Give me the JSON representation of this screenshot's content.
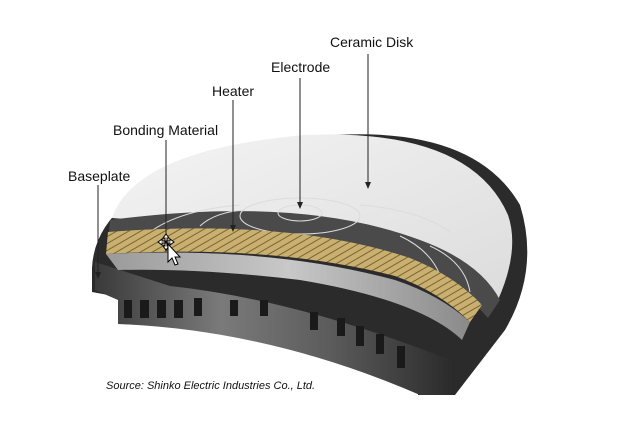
{
  "labels": {
    "ceramic_disk": "Ceramic Disk",
    "electrode": "Electrode",
    "heater": "Heater",
    "bonding_material": "Bonding Material",
    "baseplate": "Baseplate"
  },
  "source_text": "Source: Shinko Electric Industries Co., Ltd.",
  "cursor_icon": "move-cursor-icon"
}
